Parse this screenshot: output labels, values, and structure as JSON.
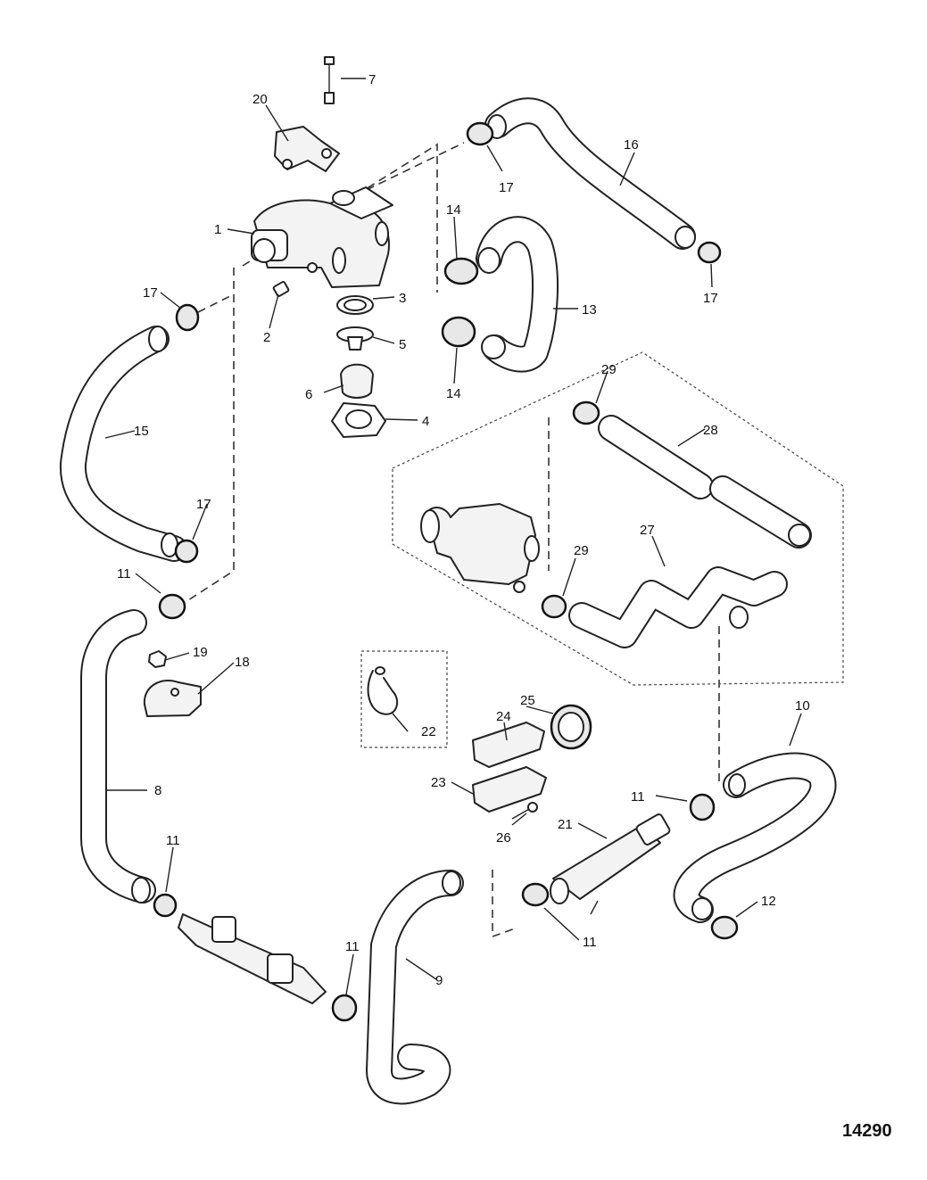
{
  "callouts": {
    "c1": "1",
    "c2": "2",
    "c3": "3",
    "c4": "4",
    "c5": "5",
    "c6": "6",
    "c7": "7",
    "c8": "8",
    "c9": "9",
    "c10": "10",
    "c11a": "11",
    "c11b": "11",
    "c11c": "11",
    "c11d": "11",
    "c11e": "11",
    "c12": "12",
    "c13": "13",
    "c14a": "14",
    "c14b": "14",
    "c15": "15",
    "c16": "16",
    "c17a": "17",
    "c17b": "17",
    "c17c": "17",
    "c17d": "17",
    "c18": "18",
    "c19": "19",
    "c20": "20",
    "c21": "21",
    "c22": "22",
    "c23": "23",
    "c24": "24",
    "c25": "25",
    "c26": "26",
    "c27": "27",
    "c28": "28",
    "c29a": "29",
    "c29b": "29"
  },
  "figure_number": "14290"
}
